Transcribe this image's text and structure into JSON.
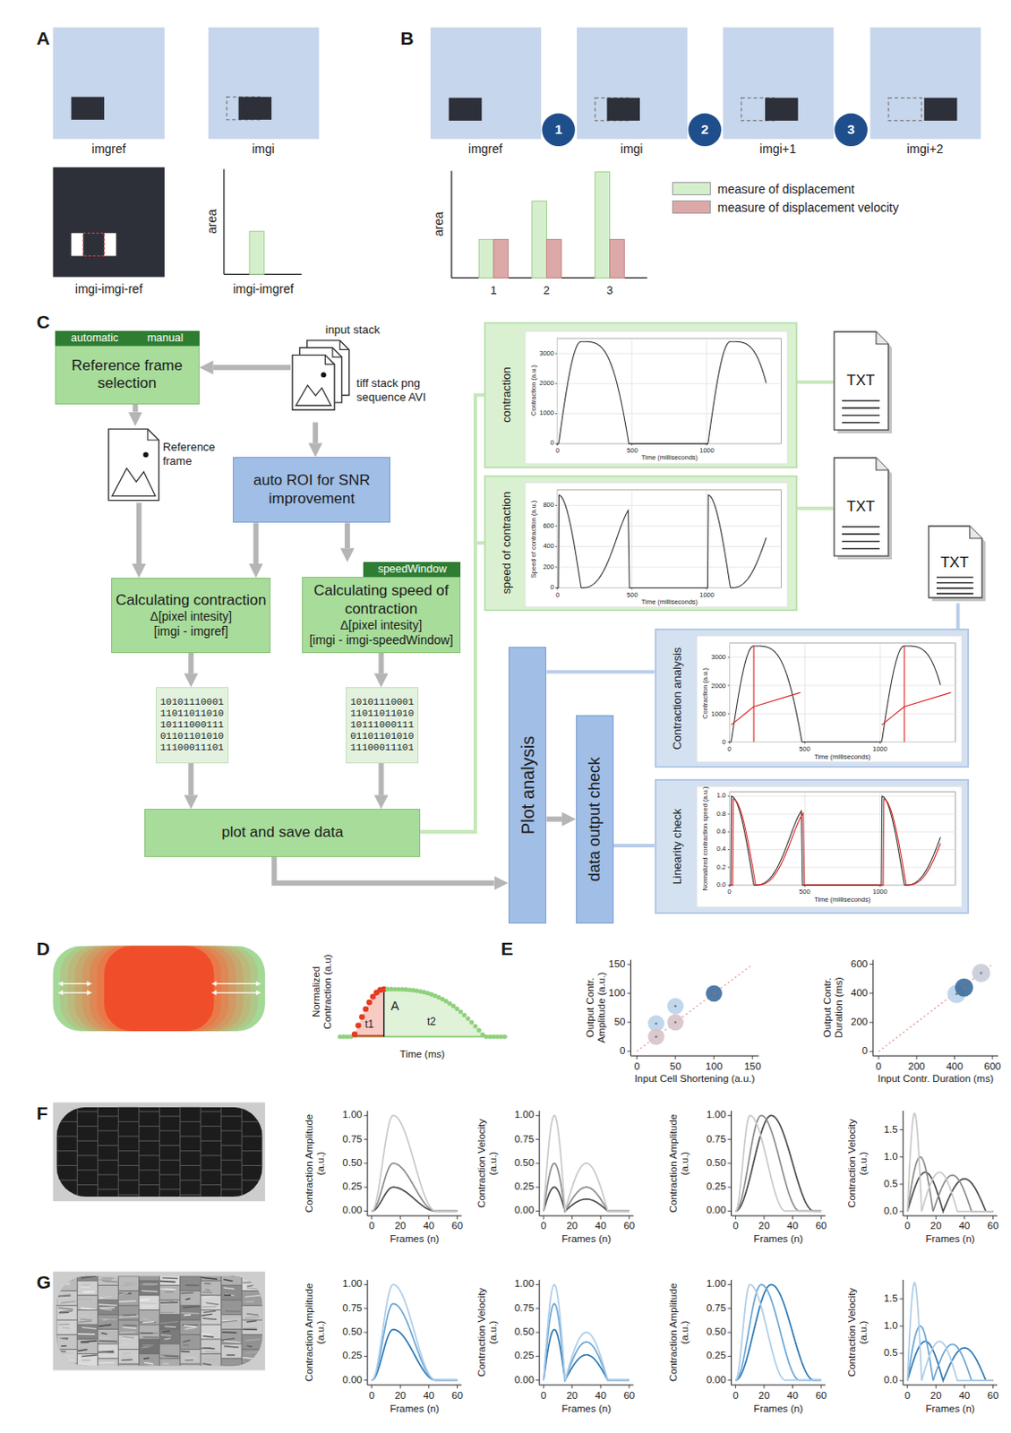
{
  "diagram": {
    "nodes": [
      {
        "text": [
          "automatic",
          "manual",
          "Reference frame selection"
        ]
      },
      {
        "text": [
          "input stack",
          "tiff stack png sequence AVI"
        ]
      },
      {
        "text": [
          "Reference frame"
        ]
      },
      {
        "text": [
          "auto ROI for SNR improvement"
        ]
      },
      {
        "text": [
          "Calculating contraction",
          "Δ[pixel intesity]",
          "[imgi - imgref]"
        ]
      },
      {
        "text": [
          "speedWindow",
          "Calculating speed of contraction",
          "Δ[pixel intesity]",
          "[imgi - imgi-speedWindow]"
        ]
      },
      {
        "text": [
          "10101110001 11011011010 10111000111 01101101010 11100011101"
        ]
      },
      {
        "text": [
          "10101110001 11011011010 10111000111 01101101010 11100011101"
        ]
      },
      {
        "text": [
          "plot and save data"
        ]
      },
      {
        "text": [
          "Plot analysis"
        ]
      },
      {
        "text": [
          "data output check"
        ]
      },
      {
        "text": [
          "contraction"
        ]
      },
      {
        "text": [
          "TXT"
        ]
      },
      {
        "text": [
          "speed of contraction"
        ]
      },
      {
        "text": [
          "TXT"
        ]
      },
      {
        "text": [
          "TXT"
        ]
      },
      {
        "text": [
          "Contraction analysis"
        ]
      },
      {
        "text": [
          "Linearity check"
        ]
      }
    ],
    "edges": [
      {
        "from": 1,
        "to": 0,
        "arrow": "to"
      },
      {
        "from": 0,
        "to": 2,
        "arrow": "to"
      },
      {
        "from": 1,
        "to": 3,
        "arrow": "to"
      },
      {
        "from": 2,
        "to": 4,
        "arrow": "to"
      },
      {
        "from": 3,
        "to": 4,
        "arrow": "to"
      },
      {
        "from": 3,
        "to": 5,
        "arrow": "to"
      },
      {
        "from": 4,
        "to": 6,
        "arrow": "to"
      },
      {
        "from": 5,
        "to": 7,
        "arrow": "to"
      },
      {
        "from": 6,
        "to": 8,
        "arrow": "to"
      },
      {
        "from": 7,
        "to": 8,
        "arrow": "to"
      },
      {
        "from": 8,
        "to": 9,
        "arrow": "to"
      },
      {
        "from": 8,
        "to": 11,
        "arrow": "none"
      },
      {
        "from": 8,
        "to": 13,
        "arrow": "none"
      },
      {
        "from": 11,
        "to": 12,
        "arrow": "none"
      },
      {
        "from": 13,
        "to": 14,
        "arrow": "none"
      },
      {
        "from": 9,
        "to": 10,
        "arrow": "to"
      },
      {
        "from": 9,
        "to": 16,
        "arrow": "none"
      },
      {
        "from": 10,
        "to": 17,
        "arrow": "none"
      },
      {
        "from": 16,
        "to": 15,
        "arrow": "none"
      }
    ],
    "labels": [
      "A",
      "B",
      "C",
      "D",
      "E",
      "F",
      "G",
      "imgref",
      "imgi",
      "imgi-imgi-ref",
      "area",
      "imgi-imgref",
      "imgref",
      "imgi",
      "imgi+1",
      "imgi+2",
      "1",
      "2",
      "3",
      "area",
      "1",
      "2",
      "3",
      "3000",
      "2000",
      "1000",
      "0",
      "0",
      "500",
      "1000",
      "Contraction (a.u.)",
      "Time (milliseconds)",
      "800",
      "600",
      "400",
      "200",
      "0",
      "0",
      "500",
      "1000",
      "Speed of contraction (a.u.)",
      "Time (milliseconds)",
      "3000",
      "2000",
      "1000",
      "0",
      "0",
      "500",
      "1000",
      "Contraction (a.u.)",
      "Time (milliseconds)",
      "1.0",
      "0.8",
      "0.6",
      "0.4",
      "0.2",
      "0.0",
      "0",
      "500",
      "1000",
      "Normalized contraction speed (a.u.)",
      "Time (milliseconds)",
      "Normalized Contraction (a.u)",
      "A",
      "t1",
      "t2",
      "Time (ms)",
      "150",
      "100",
      "50",
      "0",
      "0",
      "50",
      "100",
      "150",
      "Output Contr. Amplitude (a.u.)",
      "Input Cell Shortening (a.u.)",
      "600",
      "400",
      "200",
      "0",
      "0",
      "200",
      "400",
      "600",
      "Output Contr. Duration (ms)",
      "Input Contr. Duration (ms)",
      "1.00",
      "0.75",
      "0.50",
      "0.25",
      "0.00",
      "0",
      "20",
      "40",
      "60",
      "Contraction Amplitude (a.u.)",
      "Frames (n)",
      "1.00",
      "0.75",
      "0.50",
      "0.25",
      "0.00",
      "0",
      "20",
      "40",
      "60",
      "Contraction Velocity (a.u.)",
      "Frames (n)",
      "1.00",
      "0.75",
      "0.50",
      "0.25",
      "0.00",
      "0",
      "20",
      "40",
      "60",
      "Contraction Amplitude (a.u.)",
      "Frames (n)",
      "1.5",
      "1.0",
      "0.5",
      "0.0",
      "0",
      "20",
      "40",
      "60",
      "Contraction Velocity (a.u.)",
      "Frames (n)",
      "1.00",
      "0.75",
      "0.50",
      "0.25",
      "0.00",
      "0",
      "20",
      "40",
      "60",
      "Contraction Amplitude (a.u.)",
      "Frames (n)",
      "1.00",
      "0.75",
      "0.50",
      "0.25",
      "0.00",
      "0",
      "20",
      "40",
      "60",
      "Contraction Velocity (a.u.)",
      "Frames (n)",
      "1.00",
      "0.75",
      "0.50",
      "0.25",
      "0.00",
      "0",
      "20",
      "40",
      "60",
      "Contraction Amplitude (a.u.)",
      "Frames (n)",
      "1.5",
      "1.0",
      "0.5",
      "0.0",
      "0",
      "20",
      "40",
      "60",
      "Contraction Velocity (a.u.)",
      "Frames (n)"
    ],
    "legend": [
      {
        "text": "measure of displacement",
        "color": "#d5efcc"
      },
      {
        "text": "measure of displacement velocity",
        "color": "#dca8a8"
      }
    ]
  }
}
